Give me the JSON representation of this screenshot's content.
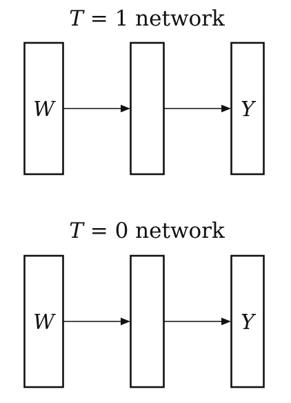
{
  "networks": [
    {
      "title_var": "T",
      "title_rest": " = 1 network",
      "input_label": "W",
      "output_label": "Y"
    },
    {
      "title_var": "T",
      "title_rest": " = 0 network",
      "input_label": "W",
      "output_label": "Y"
    }
  ]
}
